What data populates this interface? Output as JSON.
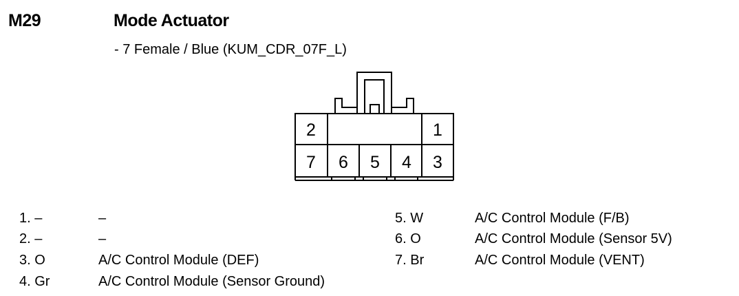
{
  "connector": {
    "code": "M29",
    "name": "Mode Actuator",
    "description": "- 7 Female / Blue (KUM_CDR_07F_L)",
    "pin_labels": [
      "2",
      "1",
      "7",
      "6",
      "5",
      "4",
      "3"
    ]
  },
  "pins": [
    {
      "id": "1. –",
      "function": "–"
    },
    {
      "id": "2. –",
      "function": "–"
    },
    {
      "id": "3. O",
      "function": "A/C Control Module (DEF)"
    },
    {
      "id": "4. Gr",
      "function": "A/C Control Module (Sensor Ground)"
    },
    {
      "id": "5. W",
      "function": "A/C Control Module (F/B)"
    },
    {
      "id": "6. O",
      "function": "A/C Control Module (Sensor 5V)"
    },
    {
      "id": "7. Br",
      "function": "A/C Control Module (VENT)"
    }
  ]
}
